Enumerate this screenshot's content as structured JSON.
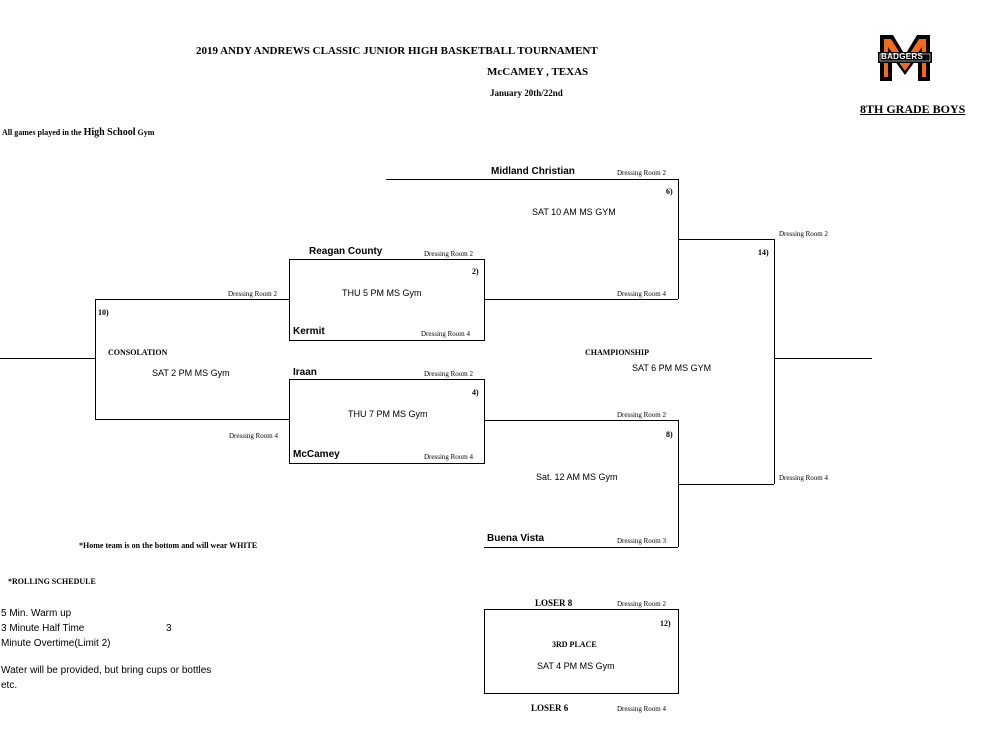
{
  "header": {
    "title": "2019 ANDY ANDREWS CLASSIC JUNIOR HIGH BASKETBALL TOURNAMENT",
    "location": "McCAMEY , TEXAS",
    "dates": "January 20th/22nd",
    "division": "8TH GRADE BOYS",
    "logo_text": "BADGERS",
    "logo_letter": "M"
  },
  "notes": {
    "gym_note_prefix": "All games played in the",
    "gym_note_emph": "High School",
    "gym_note_suffix": "Gym",
    "home_team_note": "*Home team is on the bottom and will wear WHITE",
    "rolling_schedule": "*ROLLING SCHEDULE",
    "warmup": "5 Min. Warm up",
    "halftime": "3 Minute Half Time",
    "halftime_num": "3",
    "overtime": "Minute Overtime(Limit 2)",
    "water_line1": "Water will be provided, but bring cups or bottles",
    "water_line2": "etc."
  },
  "teams": {
    "midland_christian": "Midland Christian",
    "reagan_county": "Reagan County",
    "kermit": "Kermit",
    "iraan": "Iraan",
    "mccamey": "McCamey",
    "buena_vista": "Buena Vista",
    "loser8": "LOSER 8",
    "loser6": "LOSER  6"
  },
  "games": {
    "g2": {
      "num": "2)",
      "time": "THU 5 PM MS Gym"
    },
    "g4": {
      "num": "4)",
      "time": "THU 7 PM MS Gym"
    },
    "g6": {
      "num": "6)",
      "time": "SAT 10 AM MS GYM"
    },
    "g8": {
      "num": "8)",
      "time": "Sat. 12 AM MS Gym"
    },
    "g10": {
      "num": "10)",
      "label": "CONSOLATION",
      "time": "SAT 2 PM MS Gym"
    },
    "g12": {
      "num": "12)",
      "label": "3RD PLACE",
      "time": "SAT 4 PM MS Gym"
    },
    "g14": {
      "num": "14)",
      "label": "CHAMPIONSHIP",
      "time": "SAT 6 PM MS GYM"
    }
  },
  "rooms": {
    "r2": "Dressing Room 2",
    "r3": "Dressing Room  3",
    "r4": "Dressing Room 4",
    "r4b": "Dressing Room  4"
  },
  "colors": {
    "logo_orange": "#f26b1d",
    "logo_black": "#000000"
  }
}
